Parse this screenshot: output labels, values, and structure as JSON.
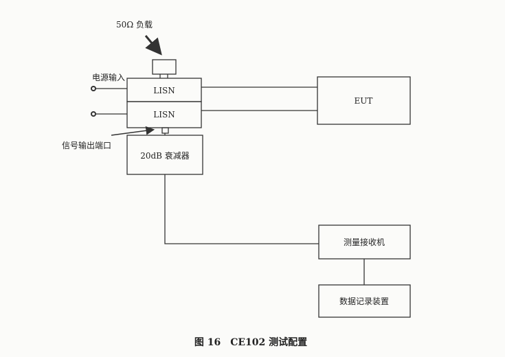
{
  "labels": {
    "load": "50Ω 负载",
    "power_input": "电源输入",
    "signal_port": "信号输出端口",
    "lisn_top": "LISN",
    "lisn_bottom": "LISN",
    "attenuator": "20dB 衰减器",
    "eut": "EUT",
    "receiver": "测量接收机",
    "recorder": "数据记录装置"
  },
  "caption": "图 16　CE102 测试配置"
}
